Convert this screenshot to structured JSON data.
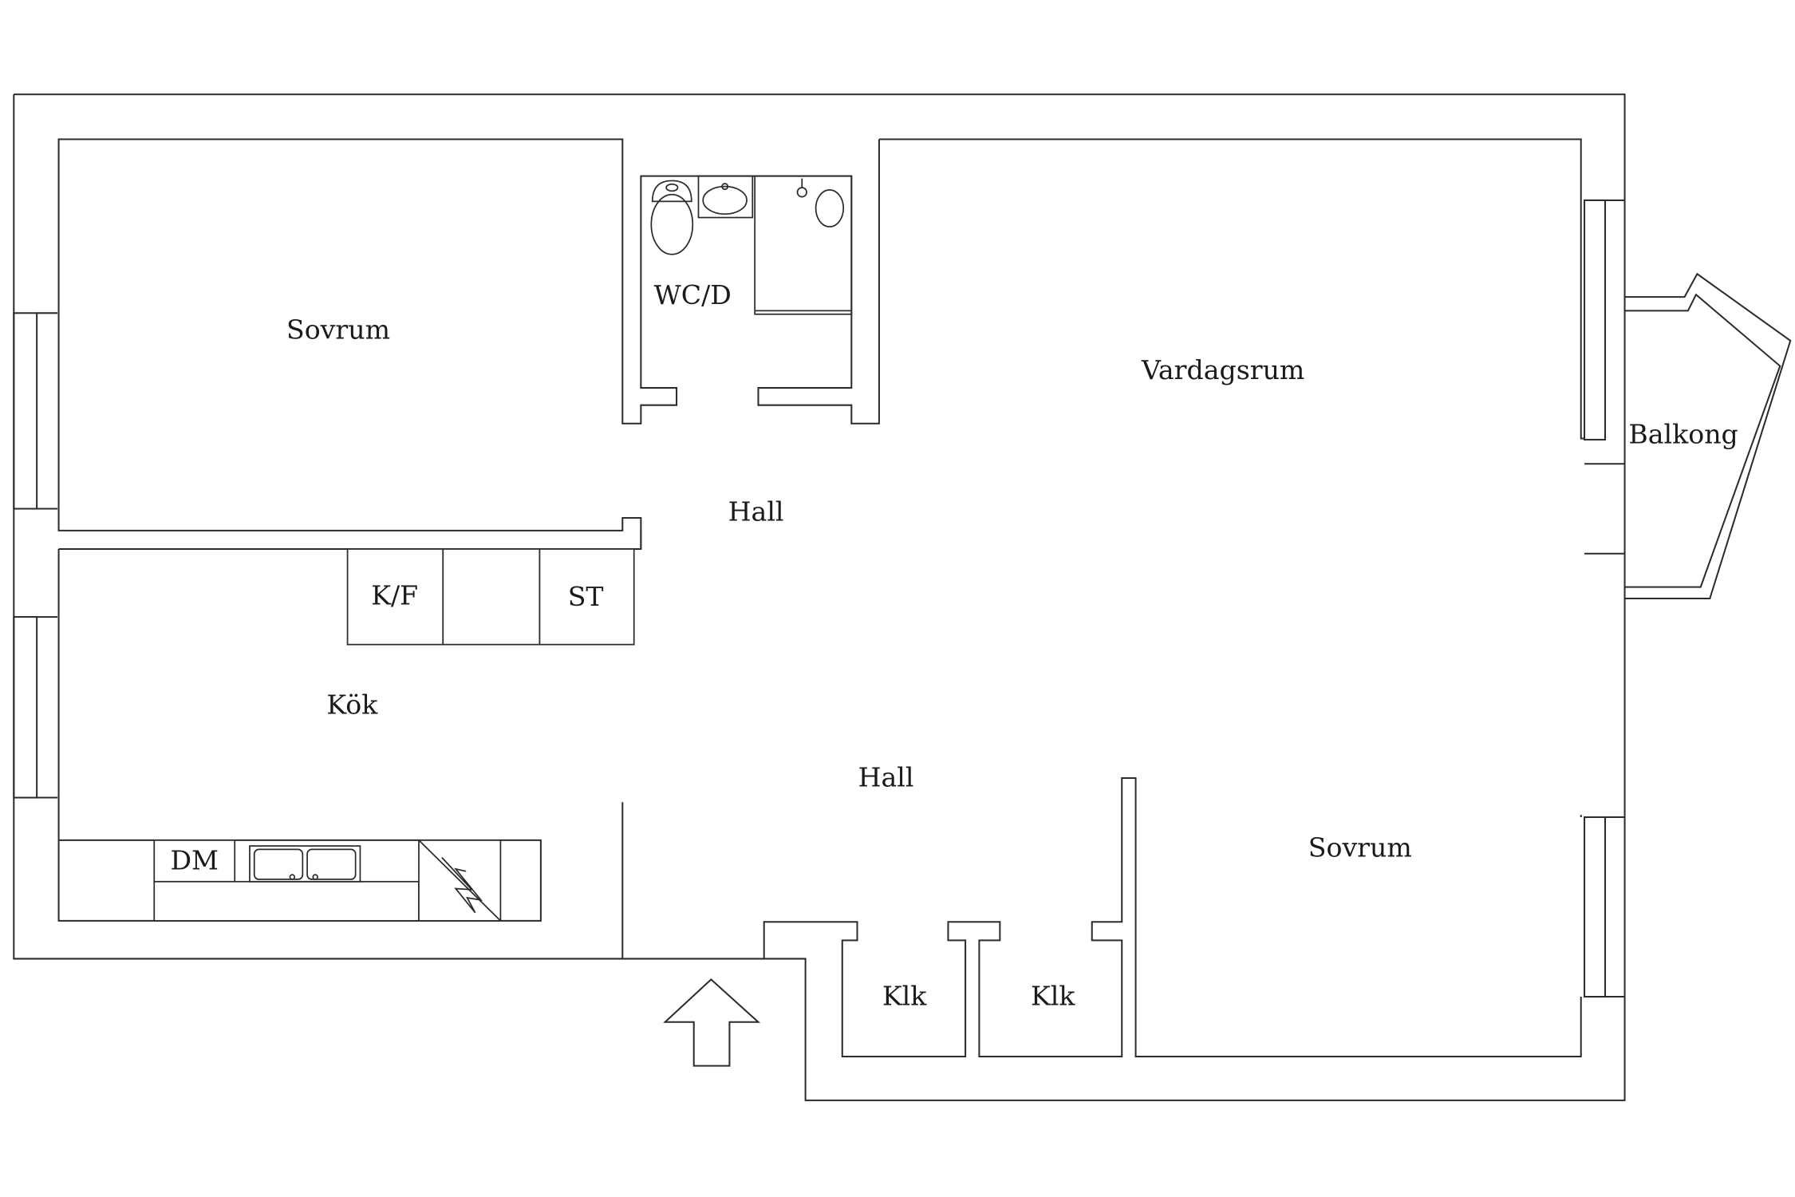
{
  "rooms": {
    "bedroom_top": "Sovrum",
    "bathroom": "WC/D",
    "living_room": "Vardagsrum",
    "balcony": "Balkong",
    "hall_upper": "Hall",
    "fridge_freezer": "K/F",
    "storage": "ST",
    "kitchen": "Kök",
    "hall_lower": "Hall",
    "bedroom_bottom": "Sovrum",
    "dishwasher": "DM",
    "closet_1": "Klk",
    "closet_2": "Klk"
  }
}
